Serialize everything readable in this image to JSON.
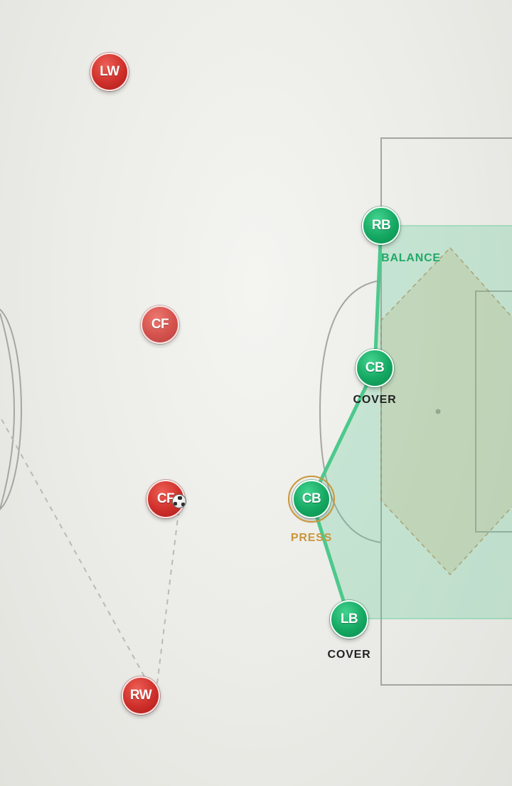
{
  "colors": {
    "home_team": "#15a862",
    "away_team": "#cf2f2a",
    "press_highlight": "#c9973a",
    "balance_label": "#21a868",
    "cover_label": "#222222",
    "press_label": "#c9973a",
    "defensive_shape_fill": "#5cc995",
    "coverage_zone_fill": "#b7a86a",
    "pitch_lines": "#a5a6a2"
  },
  "away_players": [
    {
      "id": "lw",
      "label": "LW"
    },
    {
      "id": "cf",
      "label": "CF"
    },
    {
      "id": "cm",
      "label": "CF"
    },
    {
      "id": "rw",
      "label": "RW"
    }
  ],
  "home_players": [
    {
      "id": "rb",
      "label": "RB",
      "role": "BALANCE"
    },
    {
      "id": "cb-right",
      "label": "CB",
      "role": "COVER"
    },
    {
      "id": "cb-left",
      "label": "CB",
      "role": "PRESS"
    },
    {
      "id": "lb",
      "label": "LB",
      "role": "COVER"
    }
  ],
  "icons": {
    "ball": "soccer-ball-icon"
  }
}
